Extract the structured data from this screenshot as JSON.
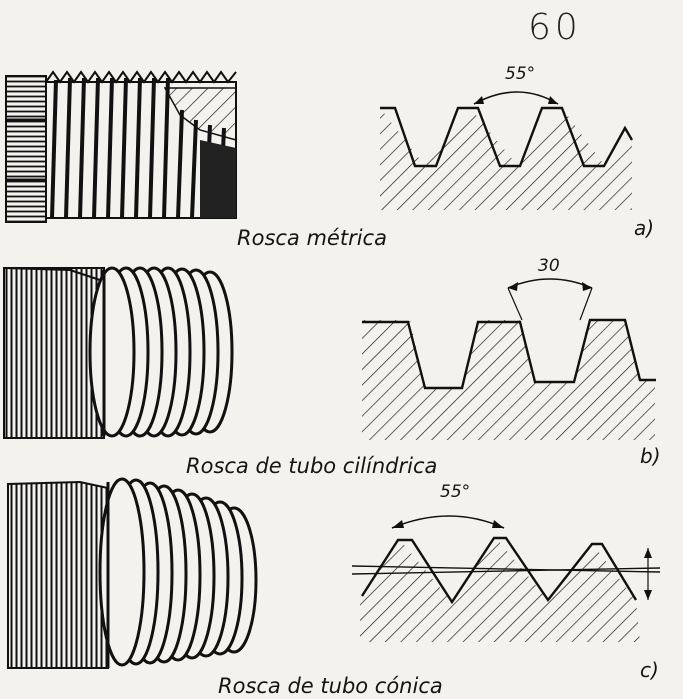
{
  "handwritten_note": "60",
  "sections": [
    {
      "caption": "Rosca métrica",
      "tag": "a)",
      "angle_label": "55°"
    },
    {
      "caption": "Rosca de tubo cilíndrica",
      "tag": "b)",
      "angle_label": "30"
    },
    {
      "caption": "Rosca de tubo cónica",
      "tag": "c)",
      "angle_label": "55°"
    }
  ]
}
